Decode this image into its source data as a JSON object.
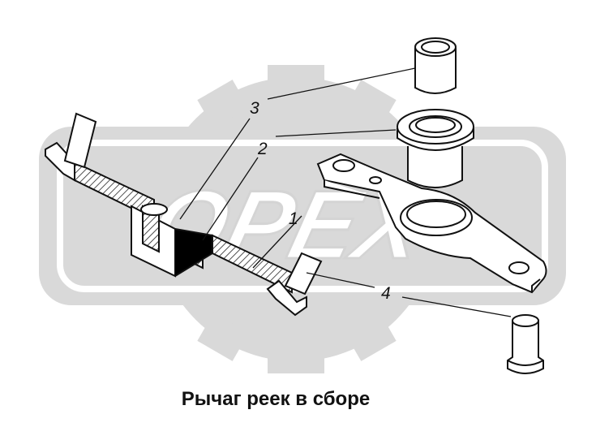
{
  "title": "Рычаг реек в сборе",
  "watermark": {
    "text": "OPEX",
    "color": "#d9d9d9"
  },
  "callouts": [
    {
      "id": "1",
      "label": "1"
    },
    {
      "id": "2",
      "label": "2"
    },
    {
      "id": "3",
      "label": "3"
    },
    {
      "id": "4",
      "label": "4"
    }
  ],
  "parts": [
    {
      "id": "sleeve",
      "icon": "sleeve-icon"
    },
    {
      "id": "flanged-bushing",
      "icon": "flanged-bushing-icon"
    },
    {
      "id": "lever-arm",
      "icon": "lever-arm-icon"
    },
    {
      "id": "pin",
      "icon": "pin-icon"
    },
    {
      "id": "section-view",
      "icon": "lever-section-icon"
    }
  ]
}
